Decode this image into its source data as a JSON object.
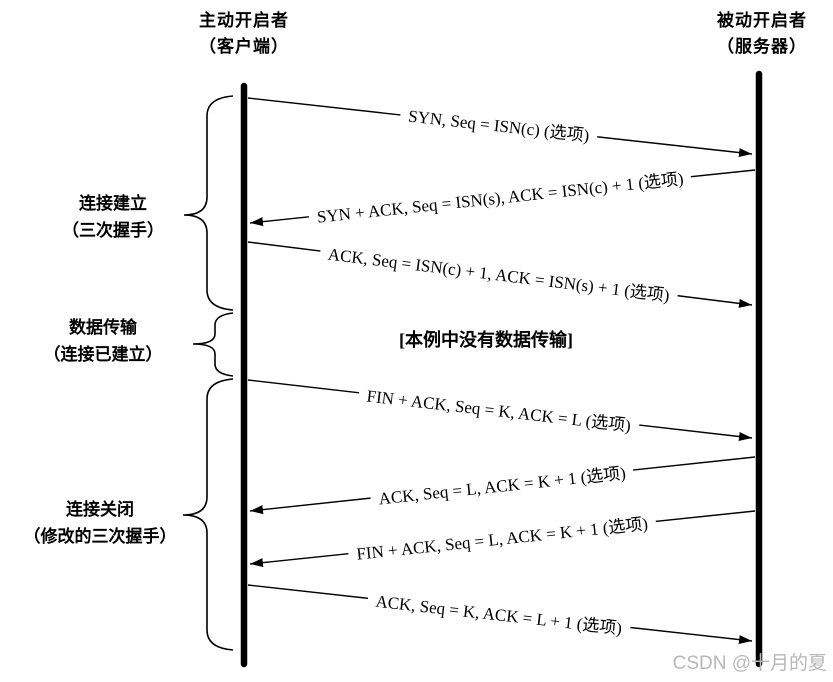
{
  "actors": {
    "client": {
      "title": "主动开启者",
      "subtitle": "（客户端）"
    },
    "server": {
      "title": "被动开启者",
      "subtitle": "（服务器）"
    }
  },
  "phases": [
    {
      "title": "连接建立",
      "subtitle": "（三次握手）"
    },
    {
      "title": "数据传输",
      "subtitle": "（连接已建立）"
    },
    {
      "title": "连接关闭",
      "subtitle": "（修改的三次握手）"
    }
  ],
  "messages": [
    {
      "label": "SYN, Seq = ISN(c) (选项)",
      "from": "client",
      "to": "server"
    },
    {
      "label": "SYN + ACK, Seq = ISN(s), ACK = ISN(c) + 1 (选项)",
      "from": "server",
      "to": "client"
    },
    {
      "label": "ACK, Seq = ISN(c) + 1, ACK = ISN(s) + 1 (选项)",
      "from": "client",
      "to": "server"
    },
    {
      "label": "FIN + ACK, Seq = K, ACK = L (选项)",
      "from": "client",
      "to": "server"
    },
    {
      "label": "ACK, Seq = L, ACK = K + 1 (选项)",
      "from": "server",
      "to": "client"
    },
    {
      "label": "FIN + ACK, Seq = L, ACK = K + 1 (选项)",
      "from": "server",
      "to": "client"
    },
    {
      "label": "ACK, Seq = K, ACK = L + 1 (选项)",
      "from": "client",
      "to": "server"
    }
  ],
  "note": "[本例中没有数据传输]",
  "watermark": "CSDN @十月的夏",
  "colors": {
    "ink": "#000000",
    "background": "#ffffff",
    "watermark": "#b8b8b8"
  }
}
